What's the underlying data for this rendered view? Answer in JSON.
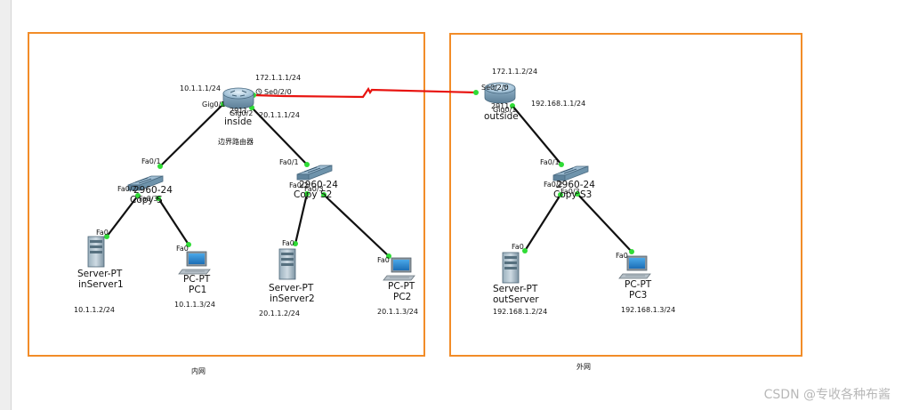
{
  "colors": {
    "area_border": "#f28c28",
    "serial_link": "#e8130f",
    "ethernet_link": "#111111",
    "port_dot": "#2fdc35"
  },
  "areas": {
    "inner": {
      "label": "内网"
    },
    "outer": {
      "label": "外网"
    }
  },
  "routers": {
    "inside": {
      "name": "inside",
      "model_overlay": "2911",
      "caption": "边界路由器",
      "ports": {
        "gig01": "Gig0/1",
        "gig02": "Gig0/2",
        "se020": "Se0/2/0"
      },
      "ips": {
        "gig01": "10.1.1.1/24",
        "gig02": "20.1.1.1/24",
        "se020": "172.1.1.1/24"
      }
    },
    "outside": {
      "name": "outside",
      "model_overlay": "2911",
      "ports": {
        "gig01": "Gig0/1",
        "se020": "Se0/2/0"
      },
      "ips": {
        "gig01": "192.168.1.1/24",
        "se020": "172.1.1.2/24"
      }
    }
  },
  "switches": {
    "sw1": {
      "name": "2960-24",
      "overlay": "Copy S",
      "ports": {
        "fa01": "Fa0/1",
        "fa02": "Fa0/2",
        "fa03": "Fa0/3"
      }
    },
    "sw2": {
      "name": "2960-24",
      "overlay": "Copy S2",
      "ports": {
        "fa01": "Fa0/1",
        "fa02": "Fa0/2",
        "fa03": "Fa0/3"
      }
    },
    "sw3": {
      "name": "2960-24",
      "overlay": "Copy S3",
      "ports": {
        "fa01": "Fa0/1",
        "fa02": "Fa0/2",
        "fa03": "Fa0/3"
      }
    }
  },
  "hosts": {
    "inServer1": {
      "type": "Server-PT",
      "name": "inServer1",
      "port": "Fa0",
      "ip": "10.1.1.2/24"
    },
    "pc1": {
      "type": "PC-PT",
      "name": "PC1",
      "port": "Fa0",
      "ip": "10.1.1.3/24"
    },
    "inServer2": {
      "type": "Server-PT",
      "name": "inServer2",
      "port": "Fa0",
      "ip": "20.1.1.2/24"
    },
    "pc2": {
      "type": "PC-PT",
      "name": "PC2",
      "port": "Fa0",
      "ip": "20.1.1.3/24"
    },
    "outServer": {
      "type": "Server-PT",
      "name": "outServer",
      "port": "Fa0",
      "ip": "192.168.1.2/24"
    },
    "pc3": {
      "type": "PC-PT",
      "name": "PC3",
      "port": "Fa0",
      "ip": "192.168.1.3/24"
    }
  },
  "watermark": "CSDN @专收各种布酱"
}
